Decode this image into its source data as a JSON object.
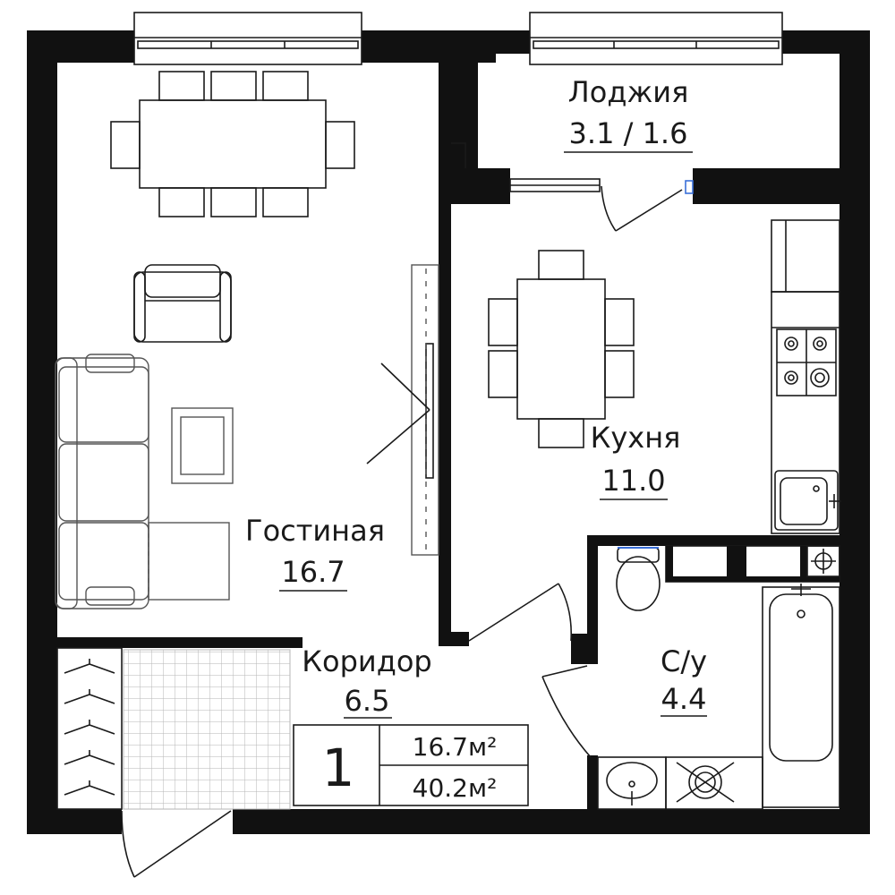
{
  "rooms": {
    "loggia": {
      "name": "Лоджия",
      "area": "3.1 / 1.6"
    },
    "living": {
      "name": "Гостиная",
      "area": "16.7"
    },
    "kitchen": {
      "name": "Кухня",
      "area": "11.0"
    },
    "corridor": {
      "name": "Коридор",
      "area": "6.5"
    },
    "bathroom": {
      "name": "С/у",
      "area": "4.4"
    }
  },
  "summary": {
    "rooms_count": "1",
    "living_area": "16.7м²",
    "total_area": "40.2м²"
  },
  "colors": {
    "wall": "#111111",
    "line": "#1a1a1a",
    "accent": "#3a6fd8"
  }
}
